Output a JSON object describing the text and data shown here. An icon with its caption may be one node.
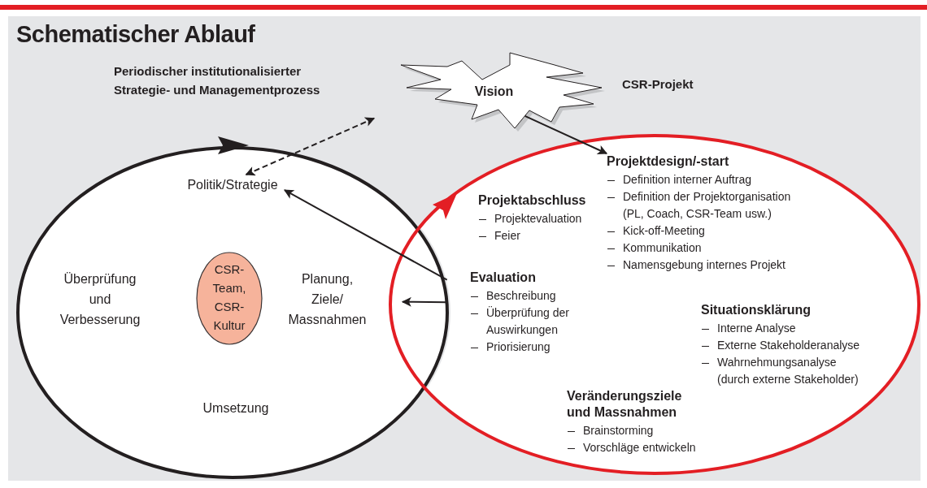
{
  "diagram": {
    "title": "Schematischer Ablauf",
    "nodes": [
      {
        "text": [
          "Periodischer institutionalisierter Strategie- und Managementprozess"
        ]
      },
      {
        "text": [
          "Politik/Strategie"
        ],
        "in": 0
      },
      {
        "text": [
          "Überprüfung und Verbesserung"
        ],
        "in": 0
      },
      {
        "text": [
          "CSR-Team, CSR-Kultur"
        ],
        "in": 0
      },
      {
        "text": [
          "Planung, Ziele/ Massnahmen"
        ],
        "in": 0
      },
      {
        "text": [
          "Umsetzung"
        ],
        "in": 0
      },
      {
        "text": [
          "Vision"
        ]
      },
      {
        "text": [],
        "shape": "circle"
      },
      {
        "text": [
          "Projektdesign/-start",
          "Definition interner Auftrag",
          "Definition der Projektorganisation (PL, Coach, CSR-Team usw.)",
          "Kick-off-Meeting",
          "Kommunikation",
          "Namensgebung internes Projekt"
        ],
        "in": 7
      },
      {
        "text": [
          "Projektabschluss",
          "Projektevaluation",
          "Feier"
        ],
        "in": 7
      },
      {
        "text": [
          "Evaluation",
          "Beschreibung",
          "Überprüfung der Auswirkungen",
          "Priorisierung"
        ],
        "in": 7
      },
      {
        "text": [
          "Situationsklärung",
          "Interne Analyse",
          "Externe Stakeholderanalyse",
          "Wahrnehmungsanalyse (durch externe Stakeholder)"
        ],
        "in": 7
      },
      {
        "text": [
          "Veränderungsziele und Massnahmen",
          "Brainstorming",
          "Vorschläge entwickeln"
        ],
        "in": 7
      }
    ],
    "edges": [
      {
        "from": 6,
        "to": 1,
        "arrow": "both",
        "style": "dashed"
      },
      {
        "from": 6,
        "to": 8,
        "arrow": "to"
      },
      {
        "from": 10,
        "to": 1,
        "arrow": "to"
      },
      {
        "from": 10,
        "to": 4,
        "arrow": "to"
      }
    ],
    "labels": [
      "CSR-Projekt"
    ]
  }
}
